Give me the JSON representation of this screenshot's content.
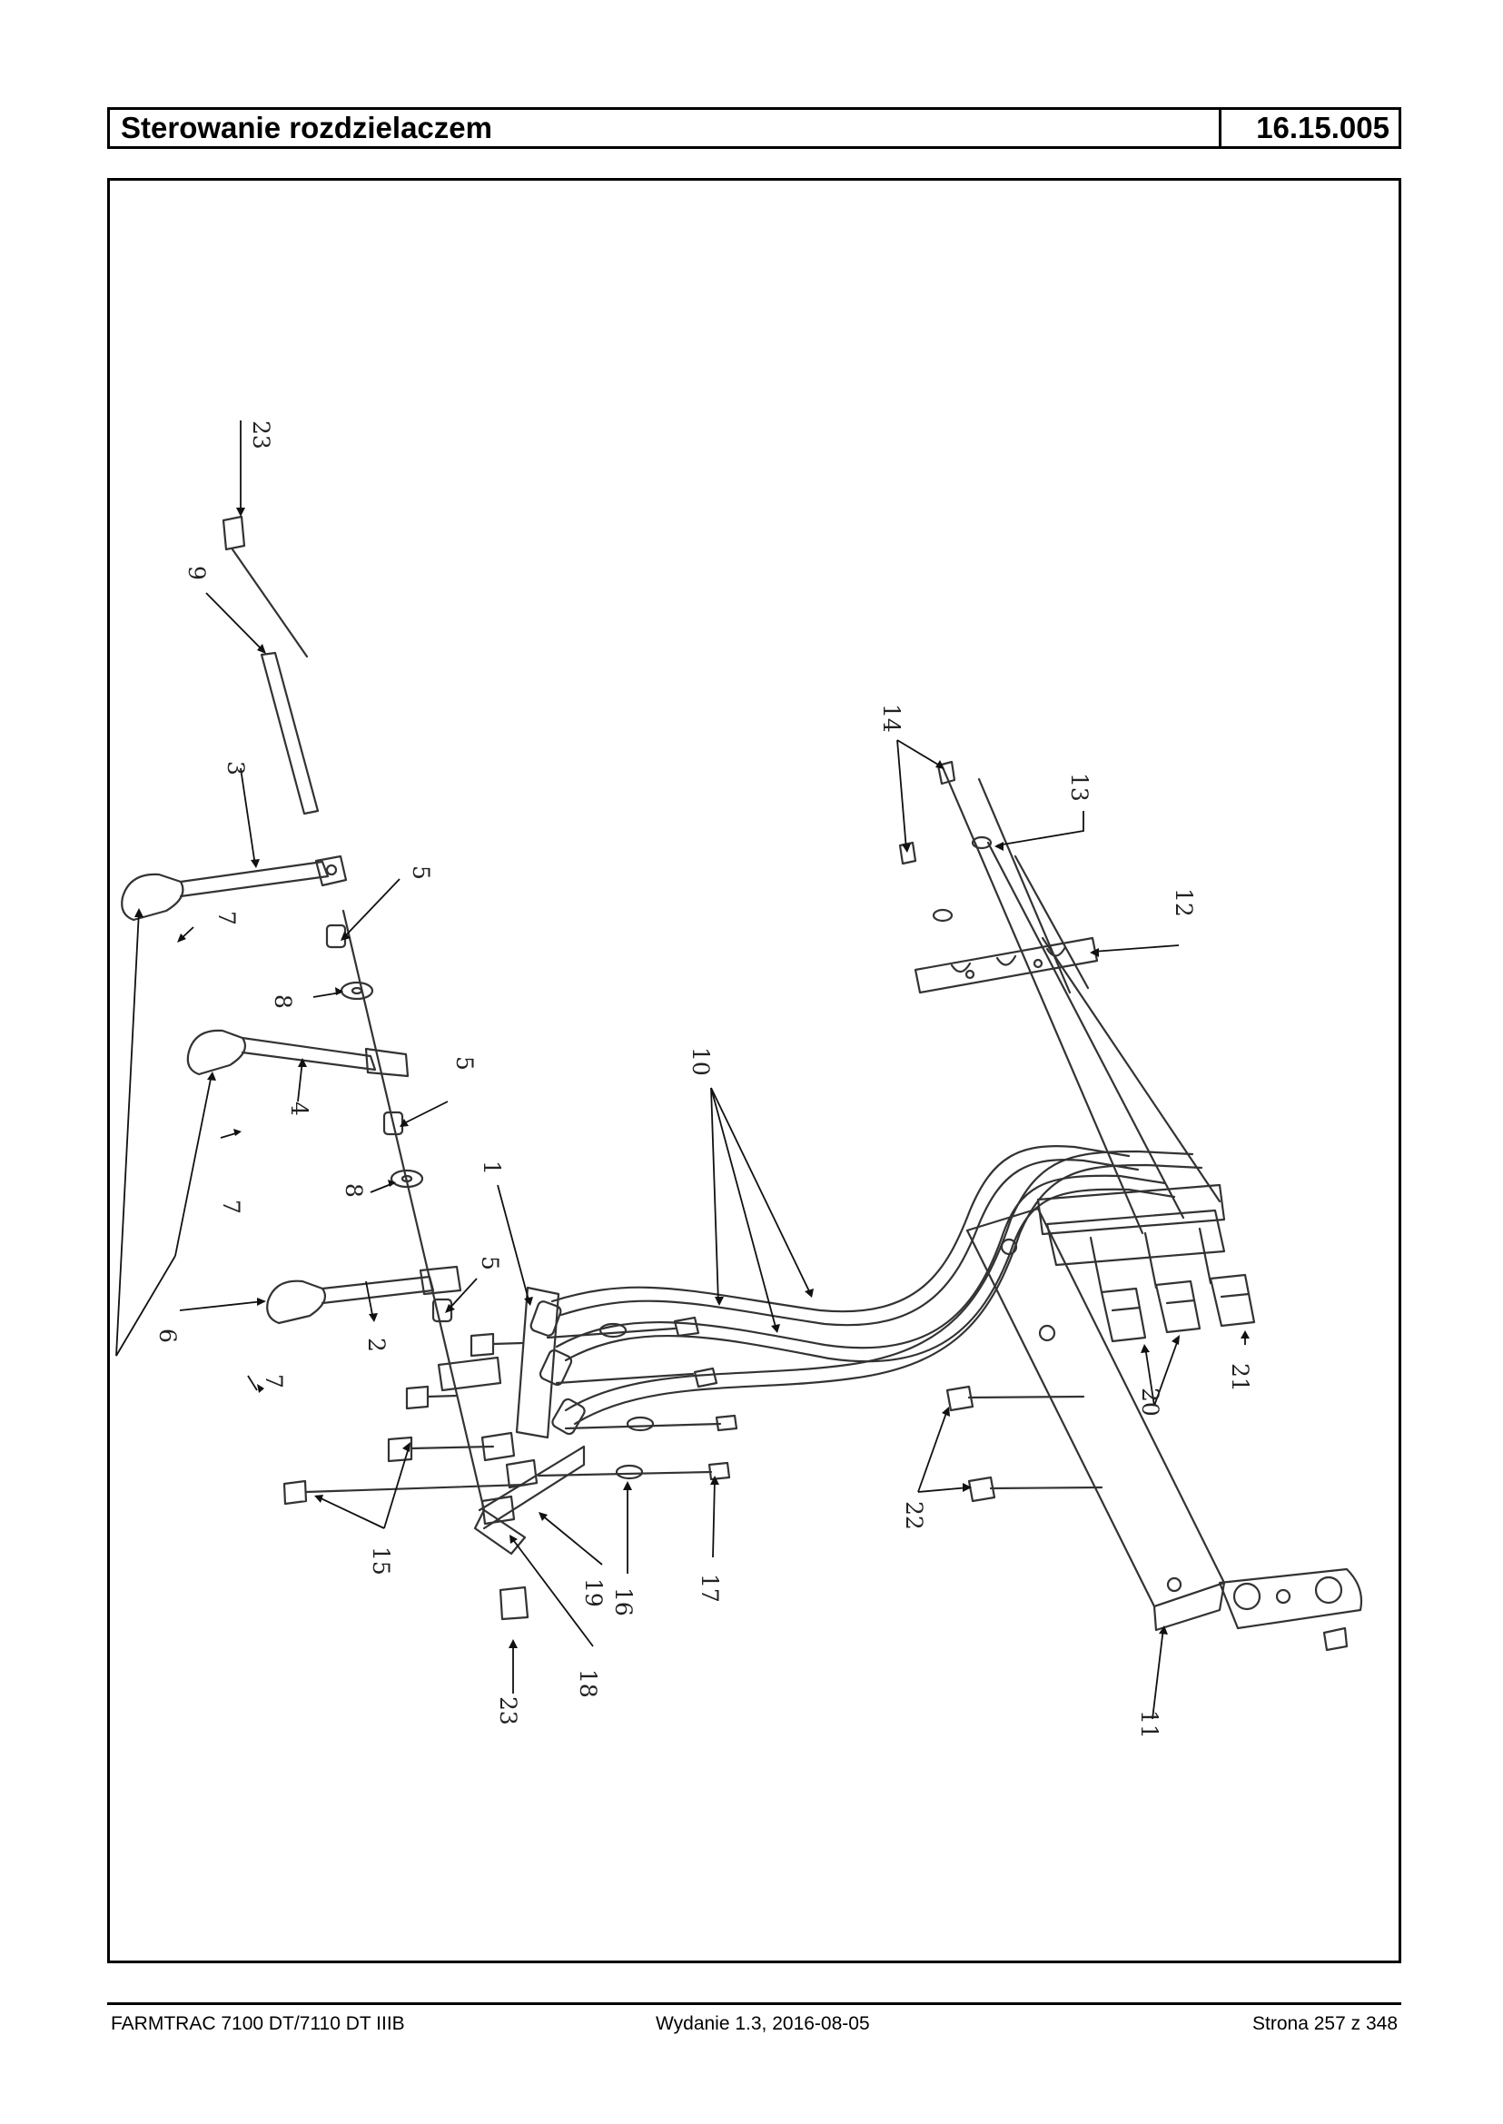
{
  "header": {
    "title": "Sterowanie rozdzielaczem",
    "code": "16.15.005"
  },
  "callouts": [
    "1",
    "2",
    "3",
    "4",
    "5",
    "5",
    "5",
    "6",
    "7",
    "7",
    "7",
    "8",
    "8",
    "9",
    "10",
    "11",
    "12",
    "13",
    "14",
    "15",
    "16",
    "17",
    "18",
    "19",
    "20",
    "21",
    "22",
    "23",
    "23"
  ],
  "footer": {
    "model": "FARMTRAC 7100 DT/7110 DT IIIB",
    "edition": "Wydanie 1.3,  2016-08-05",
    "page": "Strona 257 z 348"
  }
}
